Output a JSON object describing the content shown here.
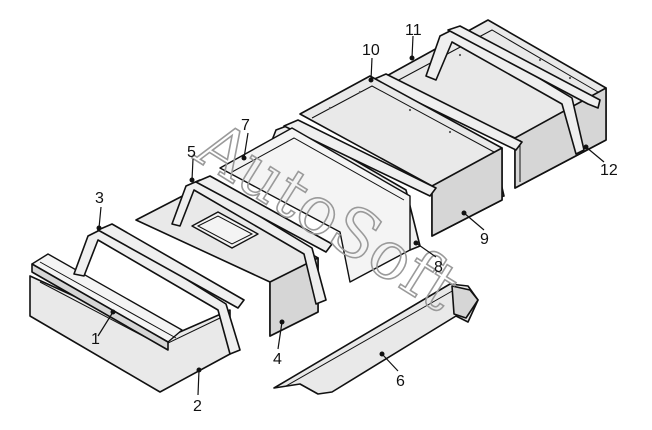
{
  "diagram": {
    "watermark": "AutoSoft",
    "callouts": [
      "1",
      "2",
      "3",
      "4",
      "5",
      "6",
      "7",
      "8",
      "9",
      "10",
      "11",
      "12"
    ]
  }
}
